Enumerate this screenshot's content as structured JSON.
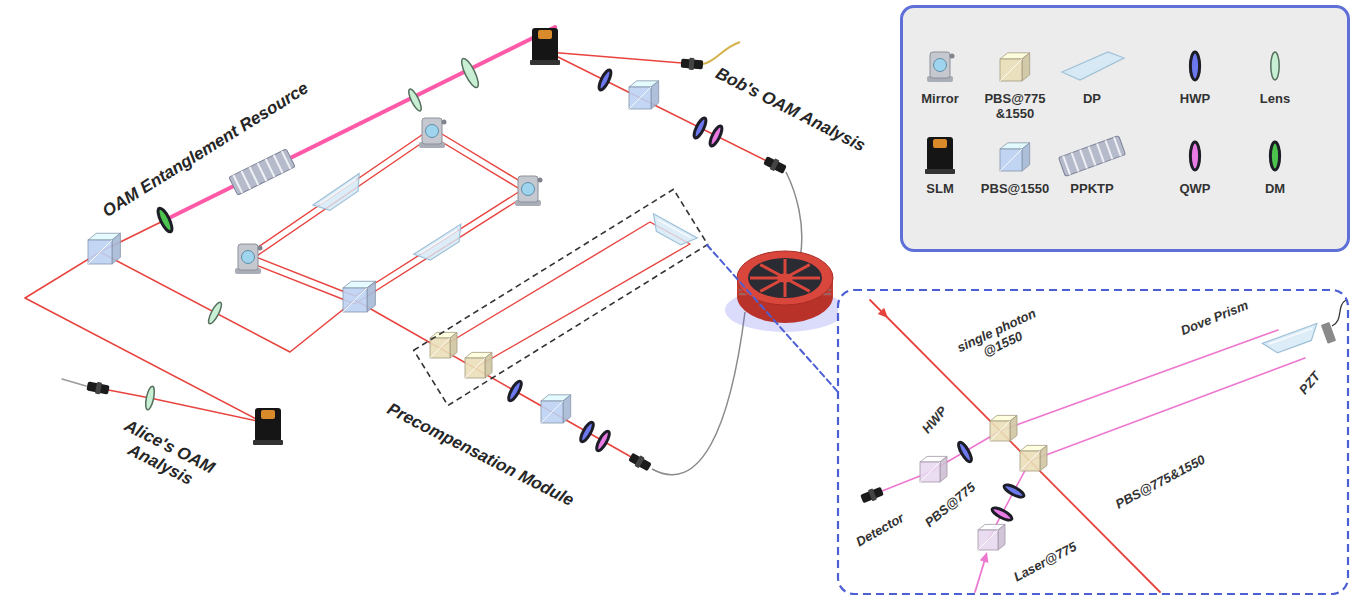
{
  "diagram": {
    "nodes": [
      {
        "text": [
          "OAM Entanglement Resource"
        ]
      },
      {
        "text": [
          "Bob's OAM Analysis"
        ]
      },
      {
        "text": [
          "Alice's OAM Analysis"
        ]
      },
      {
        "text": [
          "Precompensation Module"
        ]
      }
    ],
    "labels": [
      "single photon @1550",
      "Dove Prism",
      "PZT",
      "HWP",
      "Detector",
      "PBS@775",
      "PBS@775&1550",
      "Laser@775"
    ],
    "legend": [
      {
        "text": "Mirror"
      },
      {
        "text": "PBS@775 &1550"
      },
      {
        "text": "DP"
      },
      {
        "text": "HWP"
      },
      {
        "text": "Lens"
      },
      {
        "text": "SLM"
      },
      {
        "text": "PBS@1550"
      },
      {
        "text": "PPKTP"
      },
      {
        "text": "QWP"
      },
      {
        "text": "DM"
      }
    ]
  }
}
